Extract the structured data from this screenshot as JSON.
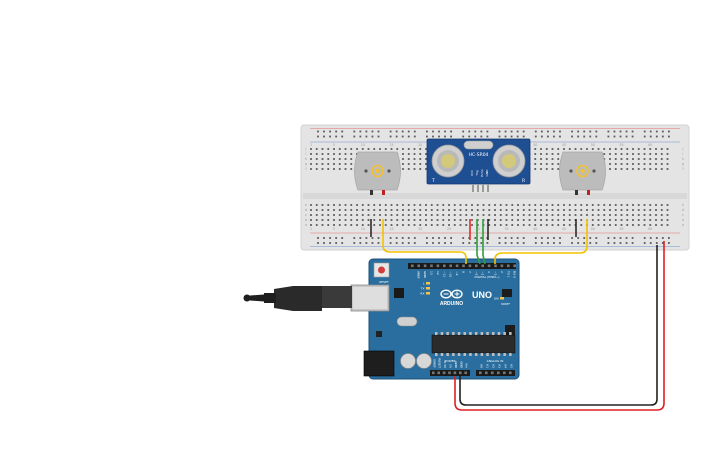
{
  "sensor": {
    "model": "HC-SR04",
    "left_letter": "T",
    "right_letter": "R",
    "pins": [
      "VCC",
      "Trig",
      "Echo",
      "GND"
    ]
  },
  "arduino": {
    "brand": "ARDUINO",
    "model": "UNO",
    "digital_label": "DIGITAL (PWM~)",
    "power_label": "POWER",
    "analog_label": "ANALOG IN",
    "reset_label": "RESET",
    "ioref_label": "IOREF",
    "header_top_pins": [
      "AREF",
      "GND",
      "13",
      "12",
      "~11",
      "~10",
      "~9",
      "8",
      "7",
      "~6",
      "~5",
      "4",
      "~3",
      "2",
      "TX 1",
      "RX 0"
    ],
    "header_power_pins": [
      "IOREF",
      "RESET",
      "3.3V",
      "5V",
      "GND",
      "GND",
      "Vin"
    ],
    "header_analog_pins": [
      "A0",
      "A1",
      "A2",
      "A3",
      "A4",
      "A5"
    ],
    "leds": [
      "L",
      "TX",
      "RX",
      "ON"
    ]
  },
  "breadboard": {
    "row_labels": [
      "a",
      "b",
      "c",
      "d",
      "e",
      "f",
      "g",
      "h",
      "i",
      "j"
    ],
    "column_marks": [
      "1",
      "5",
      "10",
      "15",
      "20",
      "25",
      "30",
      "35",
      "40",
      "45",
      "50",
      "55",
      "60"
    ]
  },
  "colors": {
    "breadboard": "#e4e4e4",
    "arduino_board": "#2a6e9f",
    "sensor_board": "#1f4f93",
    "motor_body": "#bcbcbc",
    "motor_shaft": "#f2c230",
    "wire_yellow": "#f2c200",
    "wire_green": "#2e9e3e",
    "wire_red": "#e02020",
    "wire_black": "#222222",
    "usb_cable": "#2a2a2a"
  }
}
